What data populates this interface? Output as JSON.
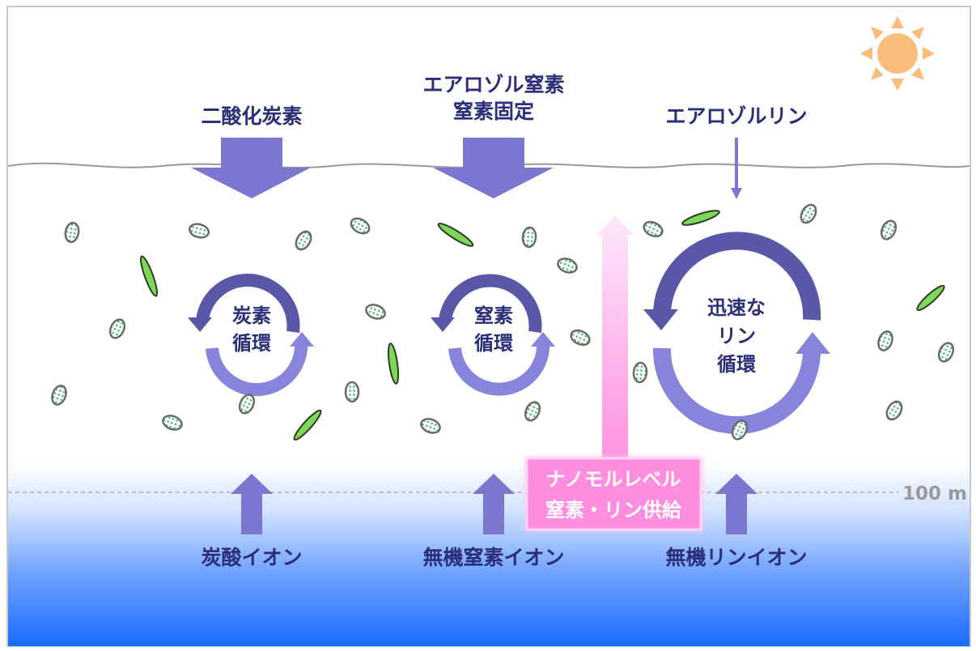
{
  "inputs_top": {
    "co2": "二酸化炭素",
    "aerosol_n_line1": "エアロゾル窒素",
    "aerosol_n_line2": "窒素固定",
    "aerosol_p": "エアロゾルリン"
  },
  "cycles": {
    "carbon": [
      "炭素",
      "循環"
    ],
    "nitrogen": [
      "窒素",
      "循環"
    ],
    "phosphorus": [
      "迅速な",
      "リン",
      "循環"
    ]
  },
  "supply_box": {
    "line1": "ナノモルレベル",
    "line2": "窒素・リン供給"
  },
  "depth_label": "100 m",
  "inputs_bottom": {
    "carbonate": "炭酸イオン",
    "nitrogen": "無機窒素イオン",
    "phosphate": "無機リンイオン"
  },
  "icons": [
    "sun-icon",
    "phytoplankton-cell-icon",
    "diatom-icon"
  ],
  "colors": {
    "arrow": "#7b77d0",
    "cycle_dark": "#5a56a8",
    "cycle_light": "#8884dc",
    "label": "#2b2f78",
    "pink_box": "#ff8ee0",
    "sun": "#fbbd7e",
    "ocean_deep": "#1a6cff"
  }
}
